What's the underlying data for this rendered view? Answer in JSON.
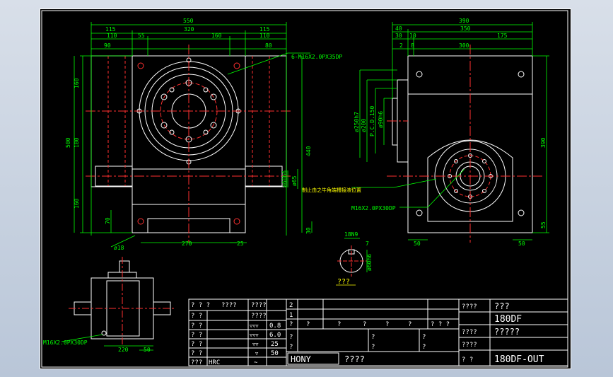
{
  "colors": {
    "background": "#000000",
    "outline": "#ffffff",
    "dimension": "#00ff00",
    "centerline": "#ff3030",
    "hidden": "#ff3030",
    "accent": "#ffff00"
  },
  "front_view": {
    "dims_top": {
      "overall": "550",
      "left_flange": "115",
      "body": "320",
      "right_flange": "115",
      "left_inner": "110",
      "left_gap": "55",
      "bolt_circle_span": "160",
      "right_inner": "110",
      "left_shaft": "90",
      "right_shaft": "80"
    },
    "dims_left": {
      "top": "160",
      "mid": "180",
      "total": "500",
      "bottom": "160",
      "base": "70"
    },
    "dims_right": {
      "shaft_dia1": "ø60h6",
      "shaft_dia2": "ø65",
      "height": "440",
      "base": "30"
    },
    "dims_bottom": {
      "hole": "ø18",
      "width": "270",
      "end": "25"
    },
    "note_thread": "6-M16X2.0PX35DP"
  },
  "side_view": {
    "dims_top": {
      "overall": "390",
      "length": "350",
      "d40": "40",
      "d30": "30",
      "d10": "10",
      "d175": "175",
      "d2": "2",
      "d8": "8",
      "d300": "300"
    },
    "dims_left": {
      "d1": "ø250h7",
      "d2": "ø200",
      "d3": "P.C.D.150",
      "d4": "ø90h6"
    },
    "dims_right": {
      "height": "390",
      "base": "55"
    },
    "dims_bottom": {
      "left": "50",
      "right": "50"
    },
    "note_chinese": "制止由之牛角端槽接液位置",
    "note_thread": "M16X2.0PX30DP"
  },
  "key_detail": {
    "width": "18N9",
    "depth": "7",
    "dia": "ø60h6",
    "caption": "???"
  },
  "bottom_view": {
    "note_thread": "M16X2.0PX30DP",
    "width": "220",
    "end": "50"
  },
  "title_block": {
    "left_table": {
      "header_a": "? ? ?",
      "header_b": "????",
      "header_c": "????",
      "header_d": "? ?",
      "header_e": "????",
      "rows": [
        {
          "label": "? ?",
          "symbol": "▽▽▽",
          "value": "0.8"
        },
        {
          "label": "? ?",
          "symbol": "▽▽▽",
          "value": "6.0"
        },
        {
          "label": "? ?",
          "symbol": "▽▽",
          "value": "25"
        },
        {
          "label": "? ?",
          "symbol": "▽",
          "value": "50"
        }
      ],
      "last_label": "???",
      "last_value": "HRC",
      "last_symbol": "~"
    },
    "rev_row": {
      "n2": "2",
      "n1": "1"
    },
    "mid_row_marks": [
      "?",
      "?",
      "?",
      "?",
      "?",
      "?",
      "? ? ?"
    ],
    "lower_marks": [
      "?",
      "?",
      "?",
      "?",
      "?",
      "?",
      "?",
      "?",
      "?"
    ],
    "company": "HONY",
    "company_sub": "????",
    "right_block": {
      "r1_label": "????",
      "r1_value": "???",
      "r2_value": "180DF",
      "r3_label": "????",
      "r3_value": "?????",
      "r4_label": "????",
      "r5_label": "?  ?",
      "r5_value": "180DF-OUT"
    }
  }
}
